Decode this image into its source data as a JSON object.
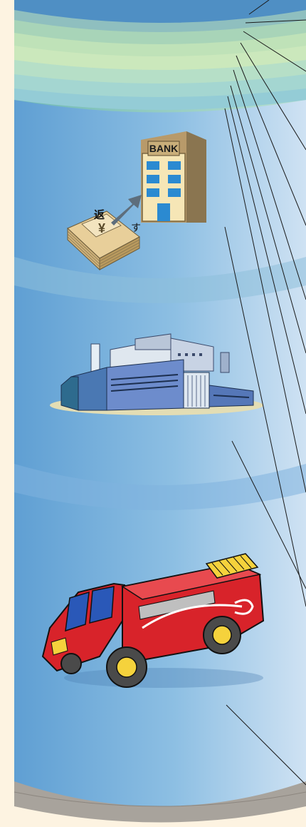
{
  "illustration": {
    "bank_sign": "BANK",
    "return_kanji": "返",
    "return_kana": "す",
    "yen_symbol": "¥"
  },
  "colors": {
    "page_background": "#fdf3e1",
    "cylinder_top_band": "#6aa6d2",
    "cylinder_section_1": "#7eb9d8",
    "cylinder_section_2": "#8cc1e4",
    "cylinder_section_3": "#6ea9da",
    "cylinder_bottom": "#a5a09a",
    "fire_truck_red": "#d8232a",
    "ladder_yellow": "#f5d23c",
    "bank_facade": "#f6e6b6",
    "factory_blue": "#5d7ab8"
  },
  "icons": [
    "cylinder-diagram",
    "bank-building-icon",
    "money-stack-icon",
    "factory-icon",
    "fire-truck-icon",
    "leader-line"
  ]
}
